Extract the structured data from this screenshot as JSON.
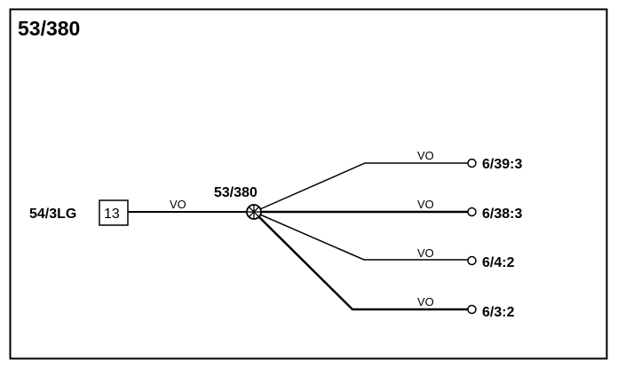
{
  "diagram": {
    "title": "53/380",
    "source": {
      "label": "54/3LG",
      "pin": "13"
    },
    "splice": {
      "label": "53/380"
    },
    "main_wire": {
      "label": "VO"
    },
    "branches": [
      {
        "wire_label": "VO",
        "terminal": "6/39:3"
      },
      {
        "wire_label": "VO",
        "terminal": "6/38:3"
      },
      {
        "wire_label": "VO",
        "terminal": "6/4:2"
      },
      {
        "wire_label": "VO",
        "terminal": "6/3:2"
      }
    ],
    "colors": {
      "line": "#000000",
      "background": "#ffffff"
    }
  }
}
